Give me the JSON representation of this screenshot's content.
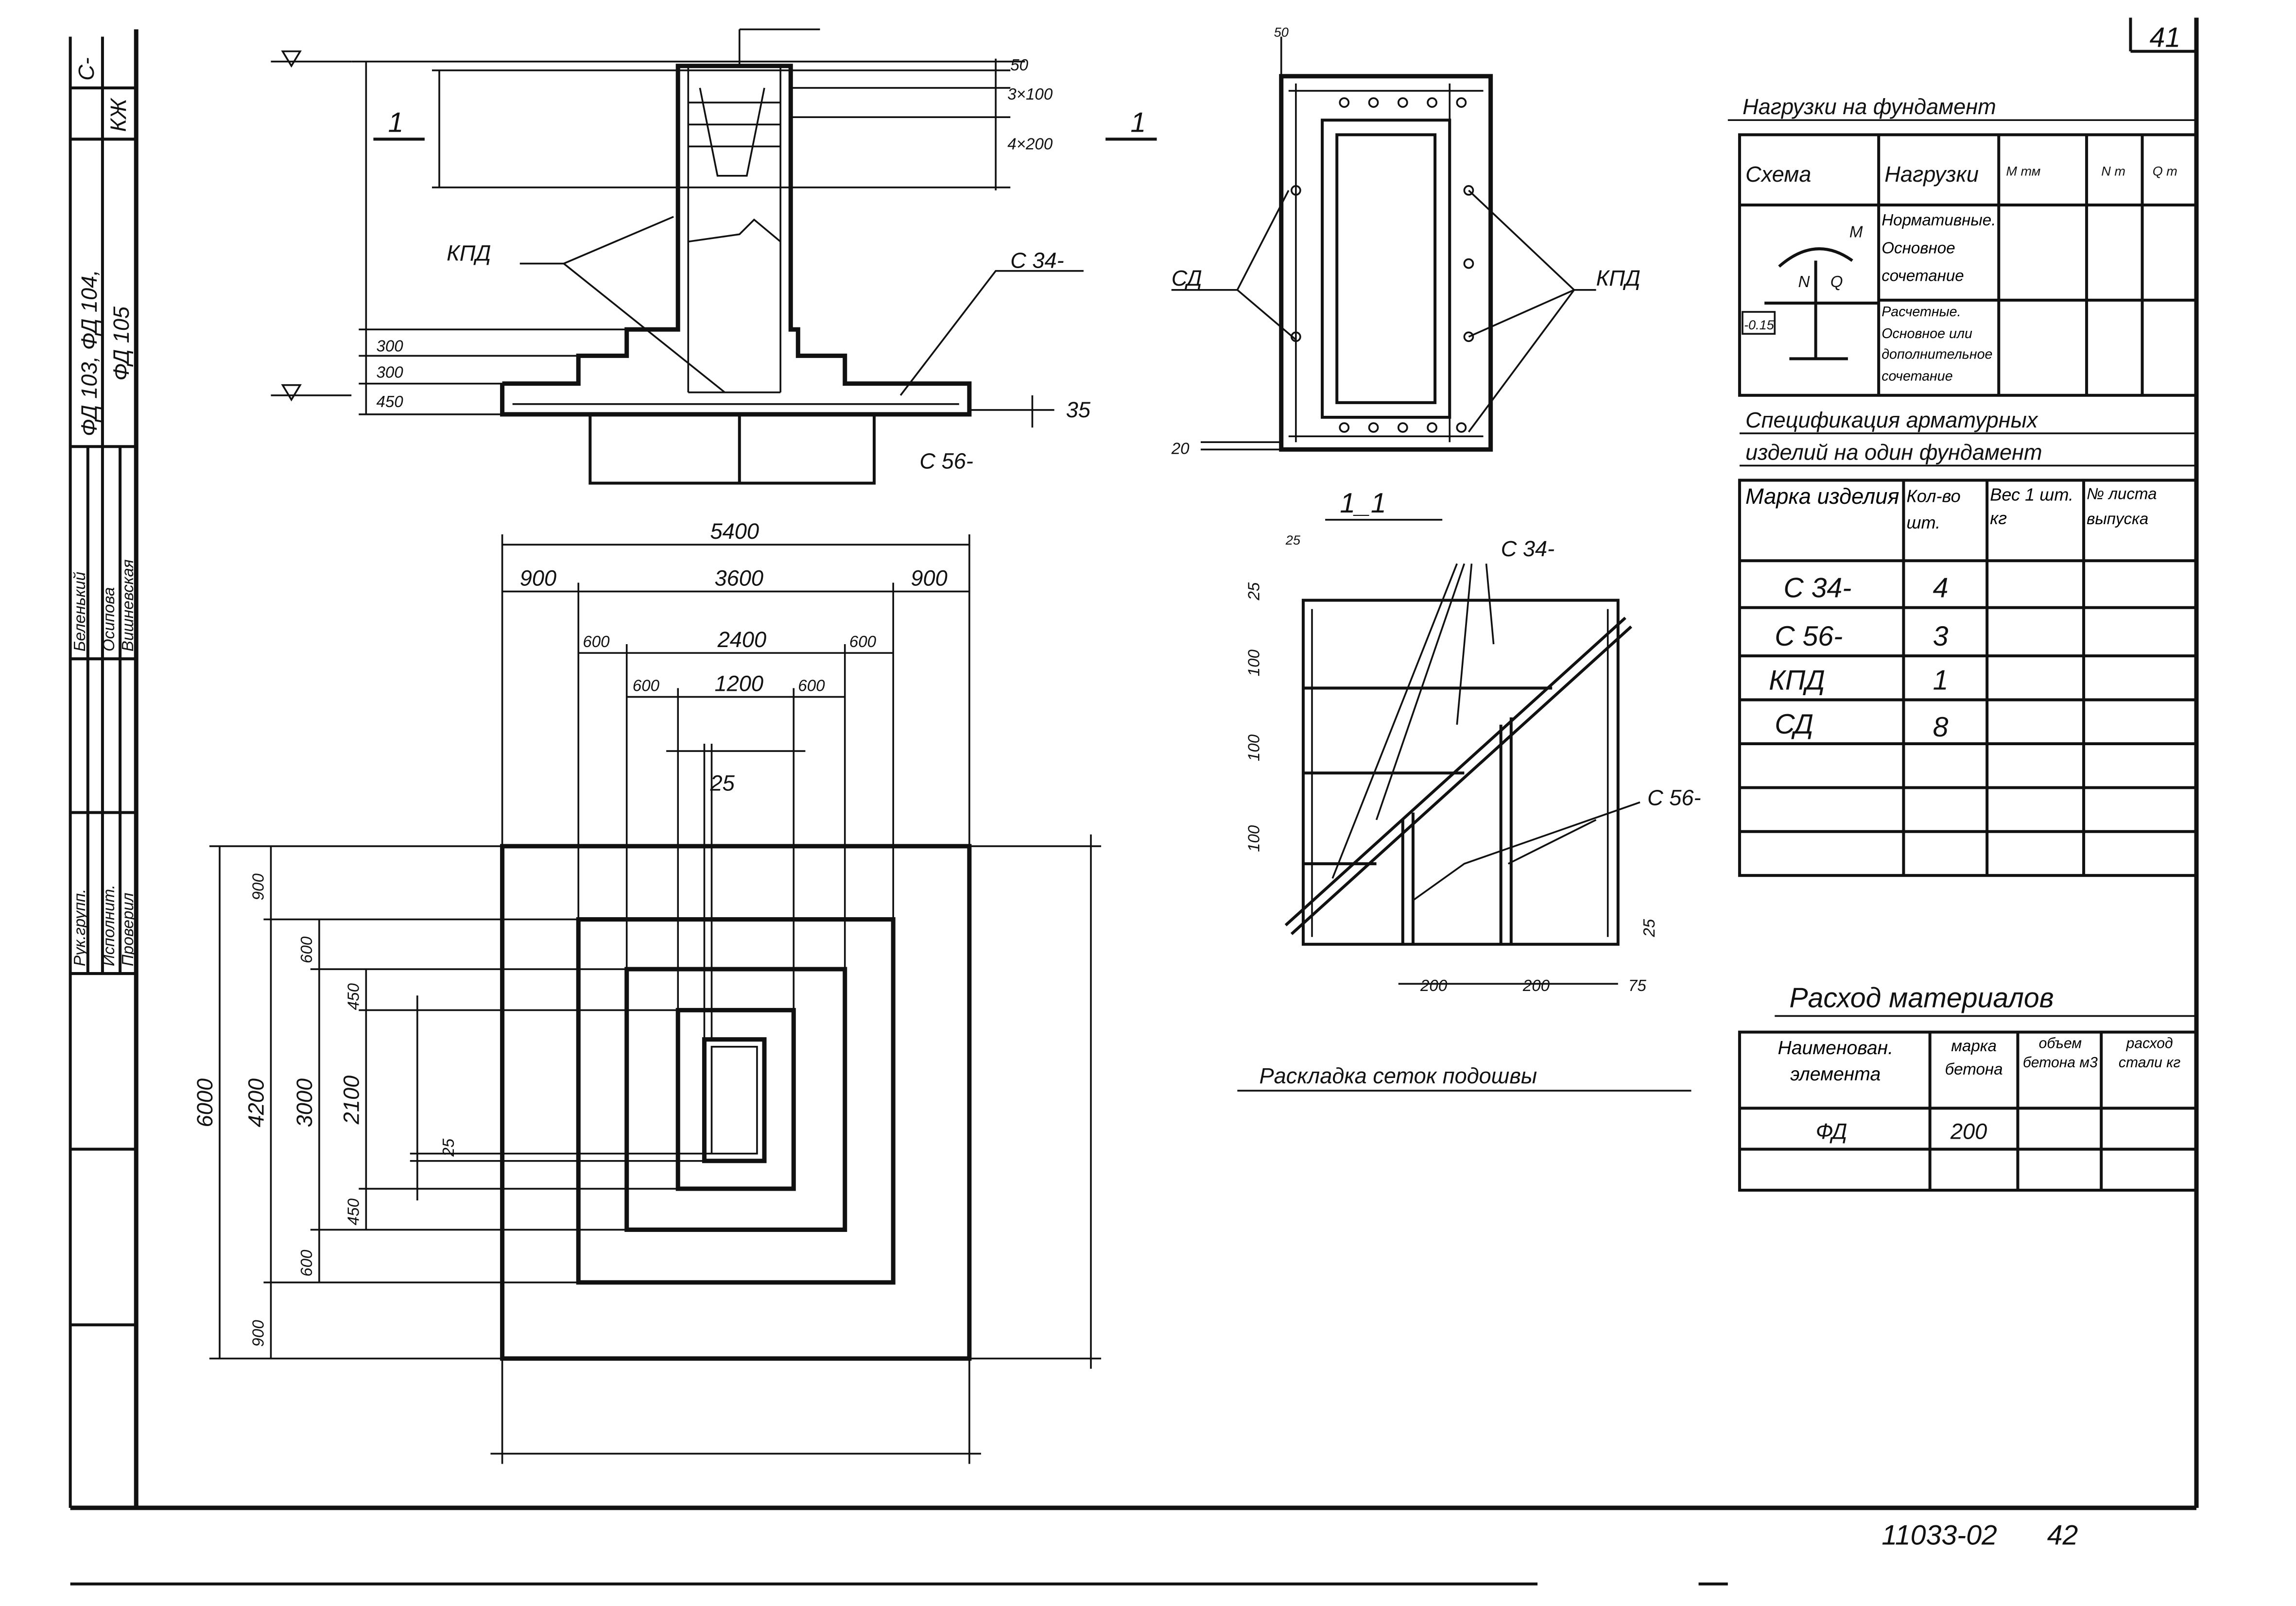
{
  "sheet_number": "41",
  "drawing_code": "11033-02",
  "drawing_page": "42",
  "stamp": {
    "code_top": "С-",
    "code_kj": "КЖ",
    "designation": "ФД 103, ФД 104,",
    "designation2": "ФД 105",
    "roles": [
      "Рук.групп.",
      "Исполнит.",
      "Проверил"
    ],
    "names": [
      "Беленький",
      "Осипова",
      "Вишневская"
    ]
  },
  "section_view": {
    "label": "1",
    "dims_right": [
      "50",
      "3×100",
      "4×200"
    ],
    "dims_left": [
      "300",
      "300",
      "450"
    ],
    "dim_bottom": "35",
    "labels": {
      "kpd": "КПД",
      "c34": "С 34-",
      "c56": "С 56-"
    }
  },
  "plan_view": {
    "dims_top": {
      "total": "5400",
      "row1": [
        "900",
        "3600",
        "900"
      ],
      "row2": [
        "600",
        "2400",
        "600"
      ],
      "row3": [
        "600",
        "1200",
        "600"
      ],
      "row4": "25"
    },
    "dims_left": {
      "total": "6000",
      "col1": [
        "900",
        "4200",
        "900"
      ],
      "col2": [
        "600",
        "3000",
        "600"
      ],
      "col3": [
        "450",
        "2100",
        "450"
      ],
      "col4": "25"
    }
  },
  "pedestal_plan": {
    "dim_top": "50",
    "dim_bottom": "20",
    "labels": {
      "sd": "СД",
      "kpd": "КПД"
    }
  },
  "section_1_1": {
    "title": "1_1",
    "dims_left": [
      "25",
      "25",
      "100",
      "100",
      "100"
    ],
    "dims_bottom": [
      "200",
      "200",
      "75"
    ],
    "dim_right": "25",
    "labels": {
      "c34": "С 34-",
      "c56": "С 56-"
    },
    "caption": "Раскладка сеток подошвы"
  },
  "loads_table": {
    "title": "Нагрузки на фундамент",
    "headers": [
      "Схема",
      "Нагрузки",
      "M тм",
      "N т",
      "Q т"
    ],
    "scheme_labels": {
      "m": "M",
      "n": "N",
      "q": "Q",
      "level": "-0.15"
    },
    "rows": [
      {
        "label": "Нормативные. Основное сочетание",
        "m": "",
        "n": "",
        "q": ""
      },
      {
        "label": "Расчетные. Основное или дополнительное сочетание",
        "m": "",
        "n": "",
        "q": ""
      }
    ]
  },
  "spec_table": {
    "title": "Спецификация арматурных",
    "title2": "изделий на один фундамент",
    "headers": [
      "Марка изделия",
      "Кол-во шт.",
      "Вес 1 шт. кг",
      "№ листа выпуска"
    ],
    "rows": [
      {
        "mark": "С 34-",
        "qty": "4",
        "weight": "",
        "sheet": ""
      },
      {
        "mark": "С 56-",
        "qty": "3",
        "weight": "",
        "sheet": ""
      },
      {
        "mark": "КПД",
        "qty": "1",
        "weight": "",
        "sheet": ""
      },
      {
        "mark": "СД",
        "qty": "8",
        "weight": "",
        "sheet": ""
      },
      {
        "mark": "",
        "qty": "",
        "weight": "",
        "sheet": ""
      },
      {
        "mark": "",
        "qty": "",
        "weight": "",
        "sheet": ""
      },
      {
        "mark": "",
        "qty": "",
        "weight": "",
        "sheet": ""
      }
    ]
  },
  "materials_table": {
    "title": "Расход материалов",
    "headers": [
      "Наименован. элемента",
      "марка бетона",
      "объем бетона м3",
      "расход стали кг"
    ],
    "rows": [
      {
        "name": "ФД",
        "grade": "200",
        "volume": "",
        "steel": ""
      },
      {
        "name": "",
        "grade": "",
        "volume": "",
        "steel": ""
      }
    ]
  }
}
